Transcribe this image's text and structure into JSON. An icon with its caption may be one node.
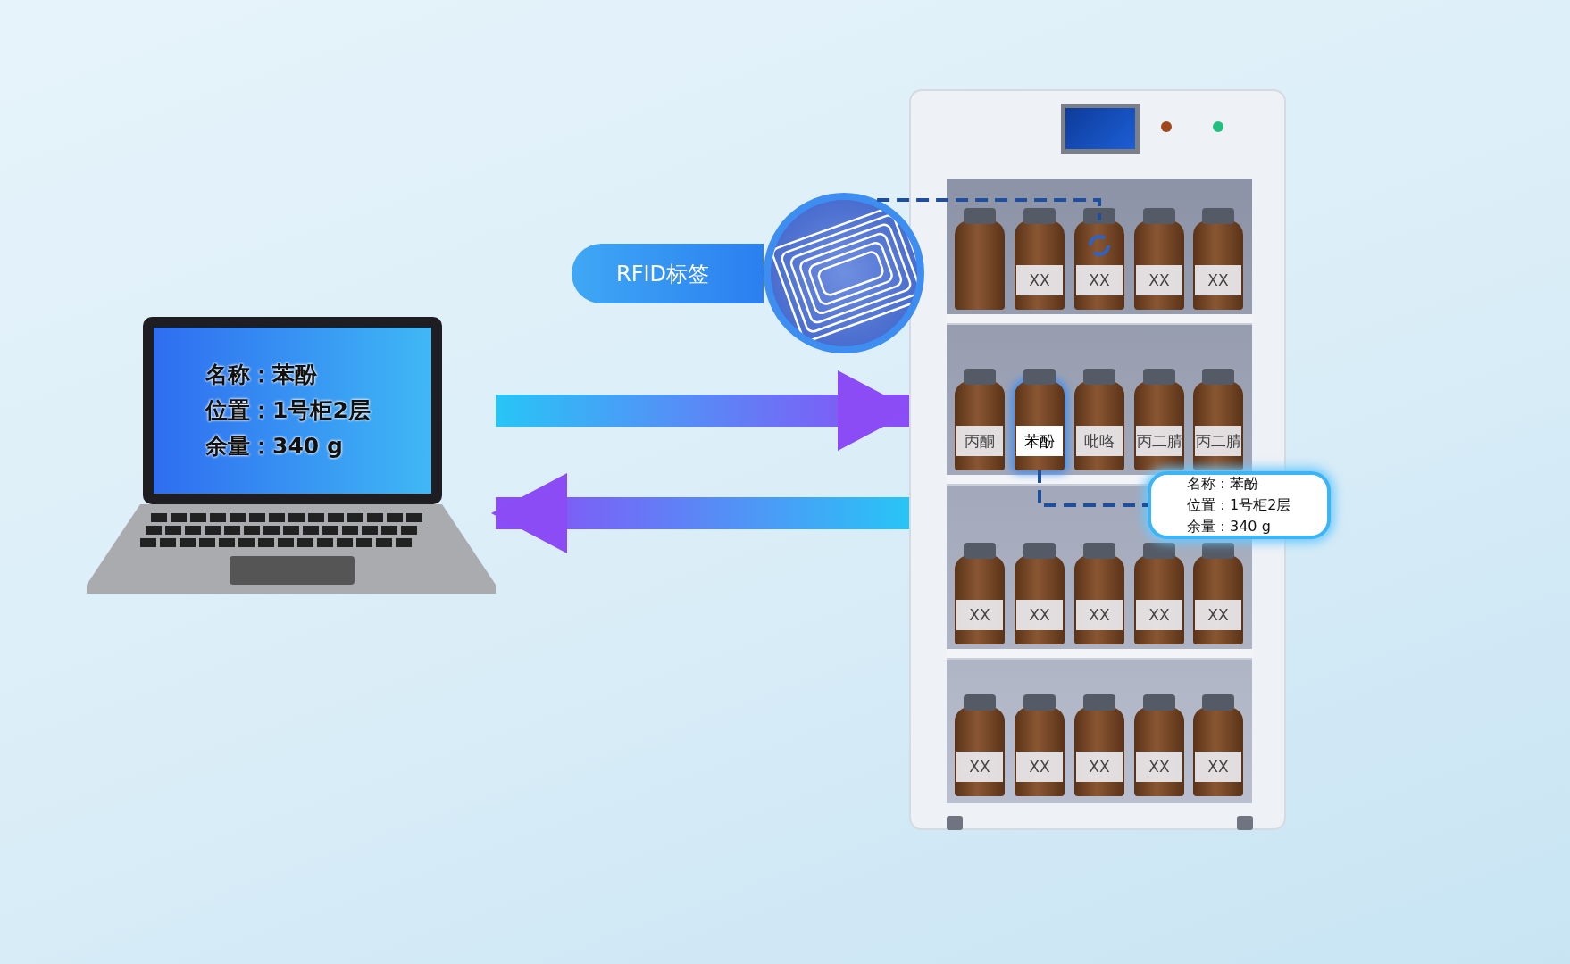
{
  "diagram": {
    "nodes": [
      {
        "text": [
          "名称：苯酚",
          "位置：1号柜2层",
          "余量：340 g"
        ]
      },
      {
        "text": [],
        "shape": "picture"
      },
      {
        "text": [
          "RFID标签"
        ]
      },
      {
        "text": [],
        "shape": "picture"
      },
      {
        "text": [],
        "shape": "picture",
        "in": 1
      },
      {
        "text": [
          "XX"
        ],
        "in": 1
      },
      {
        "text": [
          "XX"
        ],
        "in": 1
      },
      {
        "text": [
          "XX"
        ],
        "in": 1
      },
      {
        "text": [
          "XX"
        ],
        "in": 1
      },
      {
        "text": [
          "丙酮"
        ],
        "in": 1
      },
      {
        "text": [
          "苯酚"
        ],
        "in": 1
      },
      {
        "text": [
          "吡咯"
        ],
        "in": 1
      },
      {
        "text": [
          "丙二腈"
        ],
        "in": 1
      },
      {
        "text": [
          "丙二腈"
        ],
        "in": 1
      },
      {
        "text": [
          "XX"
        ],
        "in": 1
      },
      {
        "text": [
          "XX"
        ],
        "in": 1
      },
      {
        "text": [
          "XX"
        ],
        "in": 1
      },
      {
        "text": [
          "XX"
        ],
        "in": 1
      },
      {
        "text": [
          "XX"
        ],
        "in": 1
      },
      {
        "text": [
          "XX"
        ],
        "in": 1
      },
      {
        "text": [
          "XX"
        ],
        "in": 1
      },
      {
        "text": [
          "XX"
        ],
        "in": 1
      },
      {
        "text": [
          "XX"
        ],
        "in": 1
      },
      {
        "text": [
          "XX"
        ],
        "in": 1
      },
      {
        "text": [
          "名称：苯酚",
          "位置：1号柜2层",
          "余量：340 g"
        ]
      }
    ],
    "edges": [
      {
        "from": 0,
        "to": 1,
        "arrow": "to",
        "style": "thick"
      },
      {
        "from": 1,
        "to": 0,
        "arrow": "to",
        "style": "thick"
      },
      {
        "from": 3,
        "to": 6,
        "arrow": "none",
        "style": "dashed"
      },
      {
        "from": 10,
        "to": 24,
        "arrow": "none",
        "style": "dashed"
      }
    ]
  }
}
